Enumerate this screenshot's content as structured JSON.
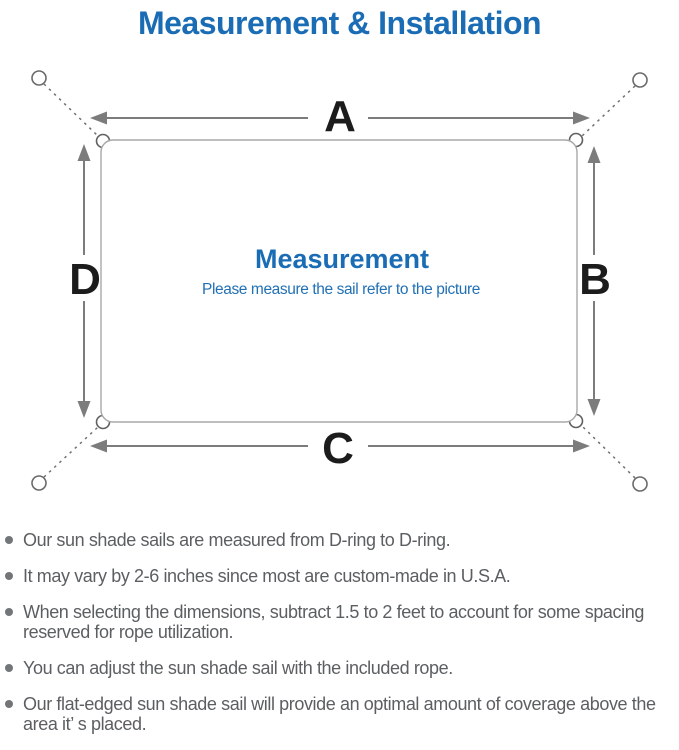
{
  "colors": {
    "accent_blue": "#1a6cb5",
    "arrow_gray": "#7c7c7c",
    "sail_border_gray": "#a8a8a8",
    "note_text_gray": "#5c5f62",
    "label_black": "#1c1c1c"
  },
  "header": {
    "title": "Measurement & Installation"
  },
  "diagram": {
    "labels": {
      "top": "A",
      "right": "B",
      "bottom": "C",
      "left": "D"
    },
    "center": {
      "heading": "Measurement",
      "subheading": "Please measure the sail refer to the picture"
    }
  },
  "notes": {
    "items": [
      "Our sun shade sails are measured from D-ring to D-ring.",
      "It may vary by 2-6 inches since most are custom-made in U.S.A.",
      "When selecting the dimensions, subtract 1.5 to 2 feet to account for some spacing reserved for rope utilization.",
      "You can adjust the sun shade sail with the included rope.",
      "Our flat-edged sun shade sail will provide an optimal amount of coverage above the area it’ s placed."
    ]
  }
}
